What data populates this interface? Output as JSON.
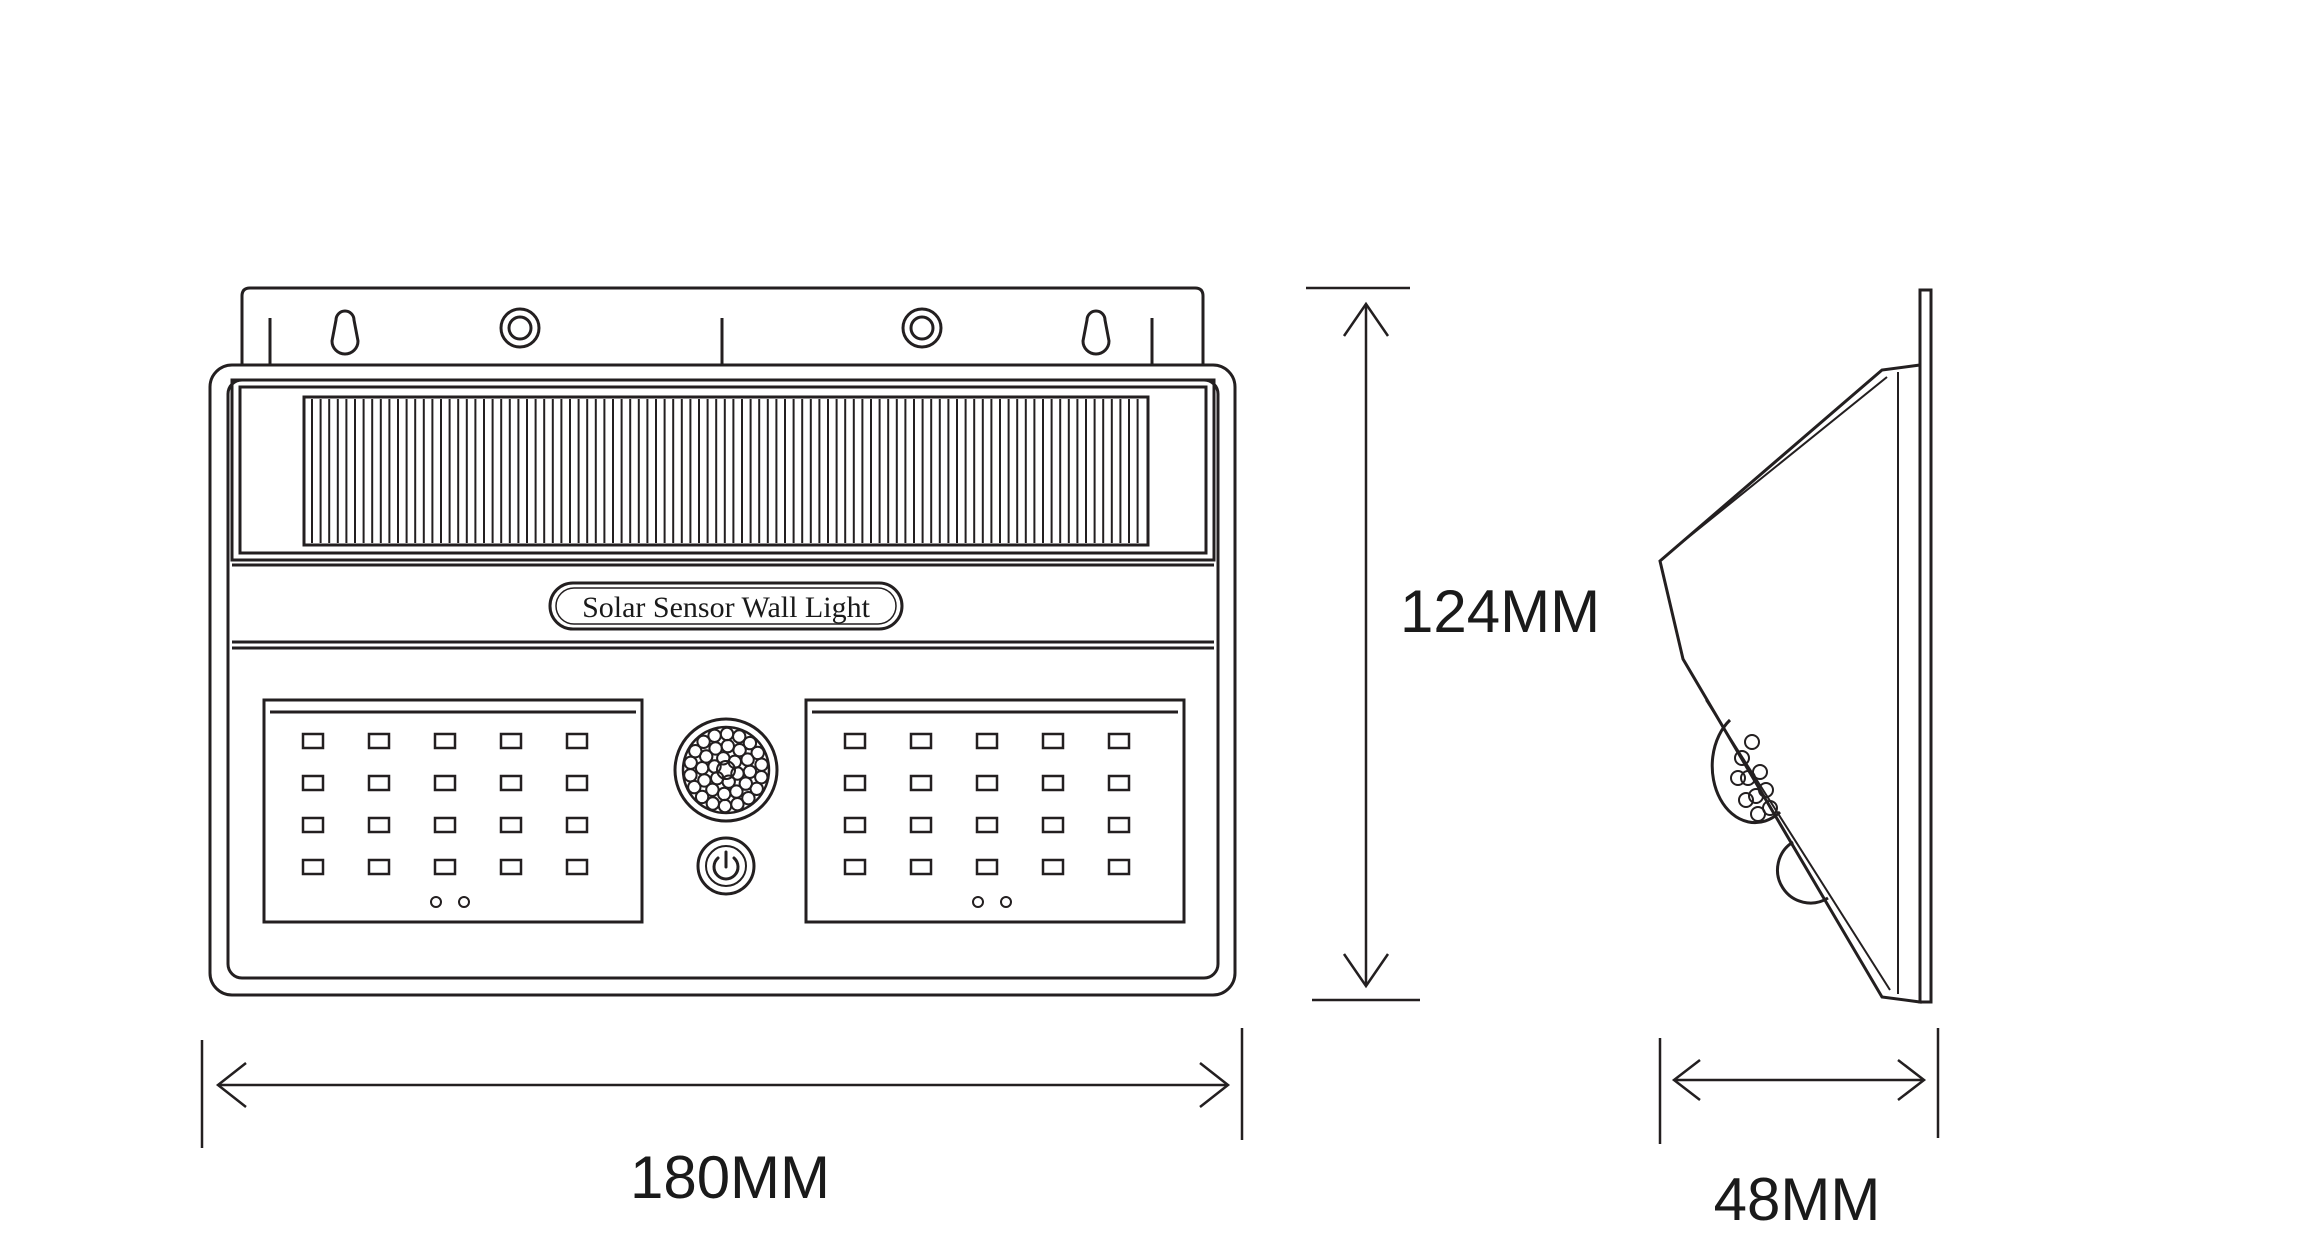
{
  "product": {
    "badge_text": "Solar Sensor Wall Light"
  },
  "dimensions": {
    "width_label": "180MM",
    "height_label": "124MM",
    "depth_label": "48MM"
  },
  "led_panels": {
    "rows": 4,
    "columns": 5
  },
  "colors": {
    "line": "#231f20",
    "background": "#ffffff"
  }
}
